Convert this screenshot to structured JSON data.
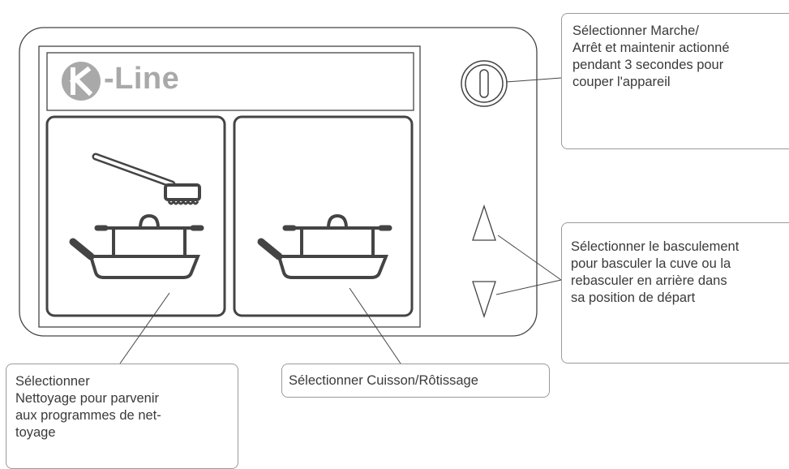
{
  "logo": {
    "brand": "-Line",
    "badge_letter": "K"
  },
  "callouts": {
    "power": {
      "lines": [
        "Sélectionner Marche/",
        "Arrêt et maintenir actionné",
        "pendant 3 secondes pour",
        "couper l'appareil"
      ]
    },
    "tilt": {
      "lines": [
        "Sélectionner le basculement",
        "pour basculer la cuve ou la",
        "rebasculer en arrière dans",
        "sa position de départ"
      ]
    },
    "clean": {
      "lines": [
        "Sélectionner",
        "Nettoyage pour parvenir",
        "aux programmes de net-",
        "toyage"
      ]
    },
    "cook": {
      "lines": [
        "Sélectionner Cuisson/Rôtissage"
      ]
    }
  },
  "icons": {
    "power": "power-button-icon",
    "tilt_up": "triangle-up-icon",
    "tilt_down": "triangle-down-icon",
    "cleaning": "brush-and-pans-icon",
    "cooking": "pans-icon"
  },
  "colors": {
    "outline": "#444444",
    "logo_gray": "#a9a9a9",
    "callout_border": "#9a9a9a"
  }
}
